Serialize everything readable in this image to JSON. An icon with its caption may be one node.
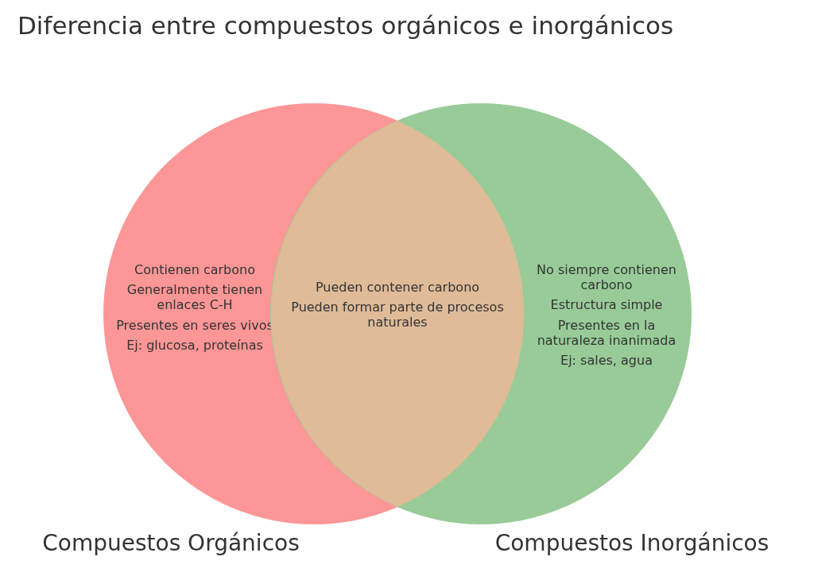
{
  "diagram": {
    "title": "Diferencia entre compuestos orgánicos e inorgánicos",
    "nodes": [
      {
        "text": [
          "Contienen carbono",
          "Generalmente tienen enlaces C-H",
          "Presentes en seres vivos",
          "Ej: glucosa, proteínas",
          "Compuestos Orgánicos"
        ]
      },
      {
        "text": [
          "No siempre contienen carbono",
          "Estructura simple",
          "Presentes en la naturaleza inanimada",
          "Ej: sales, agua",
          "Compuestos Inorgánicos"
        ]
      },
      {
        "text": [
          "Pueden contener carbono",
          "Pueden formar parte de procesos naturales"
        ]
      }
    ]
  }
}
